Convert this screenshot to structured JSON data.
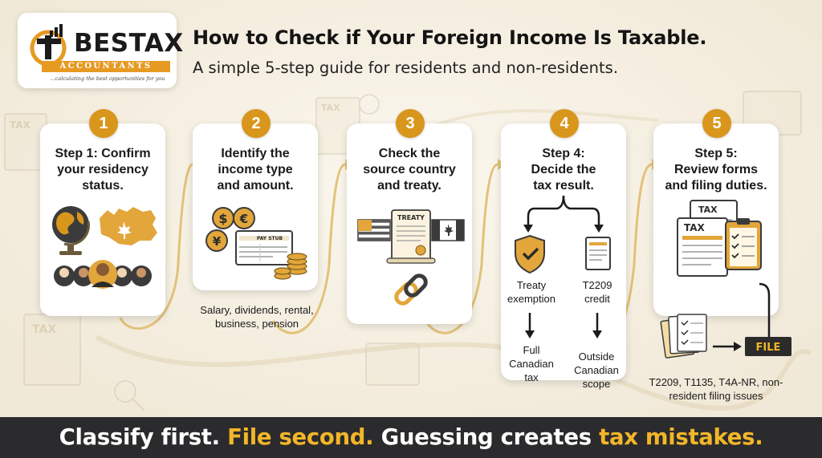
{
  "logo": {
    "word": "BESTAX",
    "sub": "ACCOUNTANTS",
    "tagline": "...calculating the best opportunities for you"
  },
  "title": "How to Check if Your Foreign Income Is Taxable.",
  "subtitle": "A simple 5-step guide for residents and non-residents.",
  "steps": [
    {
      "number": "1",
      "title_lines": [
        "Step 1: Confirm",
        "your residency",
        "status."
      ]
    },
    {
      "number": "2",
      "title_lines": [
        "Identify the",
        "income type",
        "and amount."
      ],
      "note": "Salary, dividends, rental, business, pension"
    },
    {
      "number": "3",
      "title_lines": [
        "Check the",
        "source country",
        "and treaty."
      ]
    },
    {
      "number": "4",
      "title_lines": [
        "Step 4:",
        "Decide the",
        "tax result."
      ]
    },
    {
      "number": "5",
      "title_lines": [
        "Step 5:",
        "Review forms",
        "and filing duties."
      ],
      "note": "T2209, T1135, T4A-NR, non-resident filing issues"
    }
  ],
  "icon_labels": {
    "pay_stub": "PAY STUB",
    "treaty": "TREATY",
    "tax": "TAX",
    "file": "FILE"
  },
  "step4": {
    "left_label": "Treaty exemption",
    "right_label": "T2209 credit",
    "left_result": "Full Canadian tax",
    "right_result": "Outside Canadian scope"
  },
  "banner": {
    "part1": "Classify first.",
    "part2": "File second.",
    "part3": "Guessing creates",
    "part4": "tax mistakes."
  },
  "colors": {
    "accent": "#d9961c",
    "banner_bg": "#2b2b2d",
    "banner_highlight": "#f2b629"
  }
}
